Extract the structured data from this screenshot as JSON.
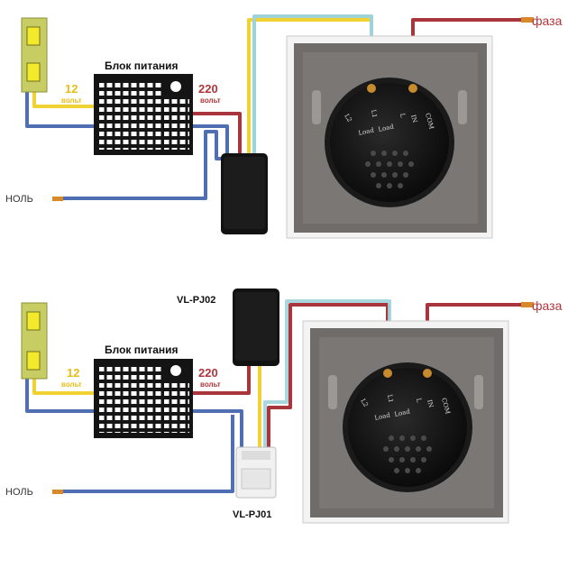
{
  "colors": {
    "wire_blue": "#4f6fb2",
    "wire_yellow": "#f1d233",
    "wire_red": "#a8343c",
    "wire_cyan": "#9ed4d9",
    "copper": "#d68a2a",
    "led_yellow": "#f4ea2c",
    "led_green": "#c7cd62",
    "psu_black": "#141414",
    "frame_grey": "#6f6c6a",
    "plate_white": "#f3f3f3",
    "label_red": "#b0363b",
    "label_yellow": "#e8bd17"
  },
  "top": {
    "psu_title": "Блок питания",
    "v12": "12",
    "v12_unit": "вольт",
    "v220": "220",
    "v220_unit": "вольт",
    "neutral_label": "НОЛЬ",
    "phase_label": "фаза",
    "terminals": [
      "L2",
      "L1",
      "Load",
      "Load",
      "L",
      "IN",
      "COM"
    ]
  },
  "bottom": {
    "psu_title": "Блок питания",
    "v12": "12",
    "v12_unit": "вольт",
    "v220": "220",
    "v220_unit": "вольт",
    "neutral_label": "НОЛЬ",
    "phase_label": "фаза",
    "module_top_label": "VL-PJ02",
    "module_bottom_label": "VL-PJ01",
    "terminals": [
      "L2",
      "L1",
      "Load",
      "Load",
      "L",
      "IN",
      "COM"
    ]
  }
}
